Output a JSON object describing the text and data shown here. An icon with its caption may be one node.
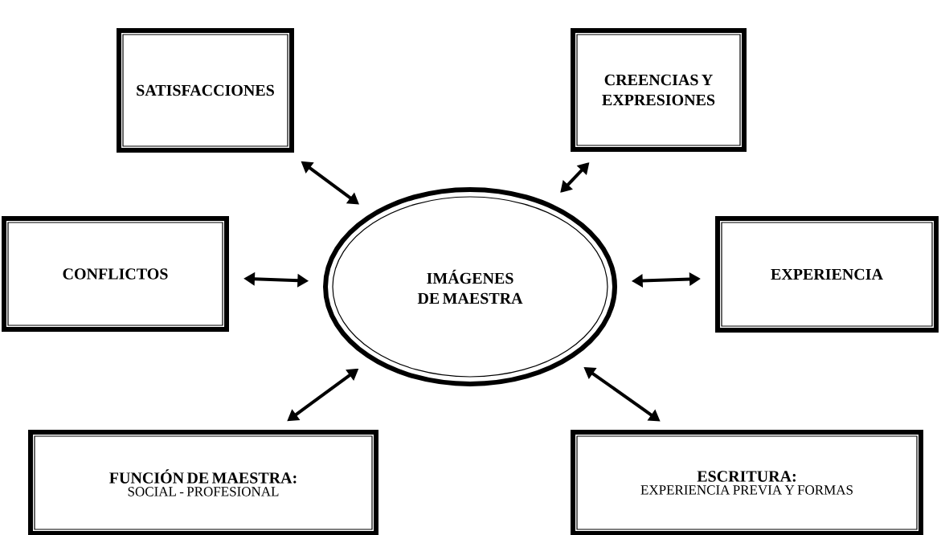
{
  "diagram": {
    "nodes": [
      {
        "text": [
          "IMÁGENES DE MAESTRA"
        ]
      },
      {
        "text": [
          "SATISFACCIONES"
        ]
      },
      {
        "text": [
          "CREENCIAS Y EXPRESIONES"
        ]
      },
      {
        "text": [
          "CONFLICTOS"
        ]
      },
      {
        "text": [
          "EXPERIENCIA"
        ]
      },
      {
        "text": [
          "FUNCIÓN DE MAESTRA:",
          "SOCIAL - PROFESIONAL"
        ]
      },
      {
        "text": [
          "ESCRITURA:",
          "EXPERIENCIA PREVIA Y FORMAS"
        ]
      }
    ],
    "edges": [
      {
        "from": 0,
        "to": 1,
        "arrow": "both"
      },
      {
        "from": 0,
        "to": 2,
        "arrow": "both"
      },
      {
        "from": 0,
        "to": 3,
        "arrow": "both"
      },
      {
        "from": 0,
        "to": 4,
        "arrow": "both"
      },
      {
        "from": 0,
        "to": 5,
        "arrow": "both"
      },
      {
        "from": 0,
        "to": 6,
        "arrow": "both"
      }
    ]
  }
}
